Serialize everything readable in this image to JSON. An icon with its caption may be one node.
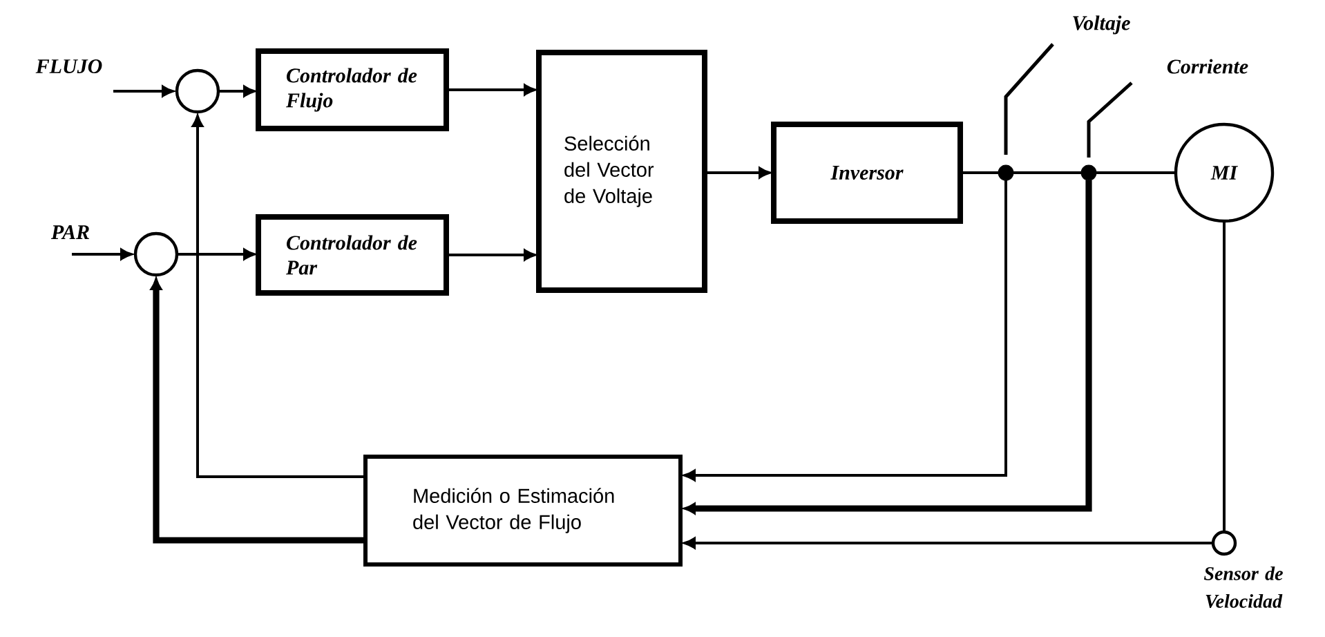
{
  "diagram": {
    "nodes": [
      {
        "text": [],
        "shape": "circle"
      },
      {
        "text": [
          "Controlador de Flujo"
        ]
      },
      {
        "text": [],
        "shape": "circle"
      },
      {
        "text": [
          "Controlador de Par"
        ]
      },
      {
        "text": [
          "Selección del Vector de Voltaje"
        ]
      },
      {
        "text": [
          "Inversor"
        ]
      },
      {
        "text": [],
        "shape": "dot"
      },
      {
        "text": [],
        "shape": "dot"
      },
      {
        "text": [
          "MI"
        ]
      },
      {
        "text": [
          "Medición o Estimación del Vector de Flujo"
        ]
      },
      {
        "text": [],
        "shape": "circle",
        "beside": [
          "Sensor de Velocidad"
        ]
      }
    ],
    "edges": [
      {
        "from": null,
        "to": 0,
        "arrow": "to"
      },
      {
        "from": null,
        "to": 2,
        "arrow": "to"
      },
      {
        "from": 0,
        "to": 1,
        "arrow": "to"
      },
      {
        "from": 2,
        "to": 3,
        "arrow": "to"
      },
      {
        "from": 1,
        "to": 4,
        "arrow": "to"
      },
      {
        "from": 3,
        "to": 4,
        "arrow": "to"
      },
      {
        "from": 4,
        "to": 5,
        "arrow": "to"
      },
      {
        "from": 5,
        "to": 6,
        "arrow": "none"
      },
      {
        "from": 6,
        "to": 7,
        "arrow": "none"
      },
      {
        "from": 7,
        "to": 8,
        "arrow": "none"
      },
      {
        "from": 6,
        "to": 9,
        "arrow": "to"
      },
      {
        "from": 7,
        "to": 9,
        "arrow": "to",
        "style": "thick"
      },
      {
        "from": 8,
        "to": 10,
        "arrow": "none"
      },
      {
        "from": 10,
        "to": 9,
        "arrow": "to"
      },
      {
        "from": 9,
        "to": 0,
        "arrow": "to"
      },
      {
        "from": 9,
        "to": 2,
        "arrow": "to",
        "style": "thick"
      }
    ],
    "labels": [
      "Voltaje",
      "Corriente",
      "FLUJO",
      "PAR"
    ]
  }
}
